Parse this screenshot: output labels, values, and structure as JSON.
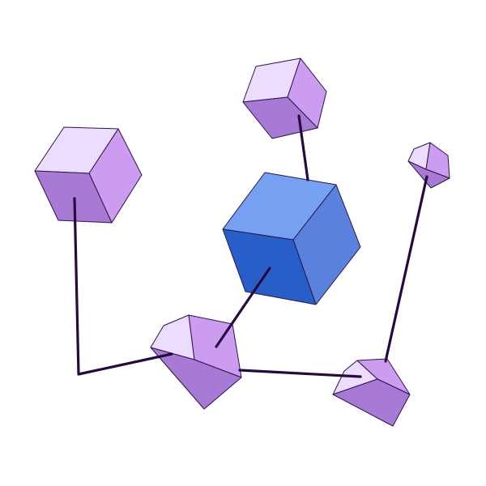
{
  "diagram": {
    "type": "network-of-cubes",
    "edge_color": "#26093f",
    "outline_color": "#2a1648",
    "palettes": {
      "purple": {
        "top": "#ecdcfd",
        "right": "#cb9cf0",
        "left": "#a77ad5"
      },
      "blue": {
        "top": "#76a0f1",
        "right": "#5a82dd",
        "left": "#285ec8"
      }
    },
    "nodes": [
      {
        "id": "hub",
        "palette": "blue",
        "icon": "cube-icon"
      },
      {
        "id": "top",
        "palette": "purple",
        "icon": "cube-icon"
      },
      {
        "id": "upper-left",
        "palette": "purple",
        "icon": "cube-icon"
      },
      {
        "id": "small-right",
        "palette": "purple",
        "icon": "cube-icon"
      },
      {
        "id": "lower-middle",
        "palette": "purple",
        "icon": "cube-icon"
      },
      {
        "id": "lower-right",
        "palette": "purple",
        "icon": "cube-icon"
      }
    ],
    "edges": [
      {
        "from": "top",
        "to": "hub"
      },
      {
        "from": "hub",
        "to": "lower-middle"
      },
      {
        "from": "upper-left",
        "to": "lower-middle"
      },
      {
        "from": "lower-middle",
        "to": "lower-right"
      },
      {
        "from": "small-right",
        "to": "lower-right"
      }
    ]
  }
}
